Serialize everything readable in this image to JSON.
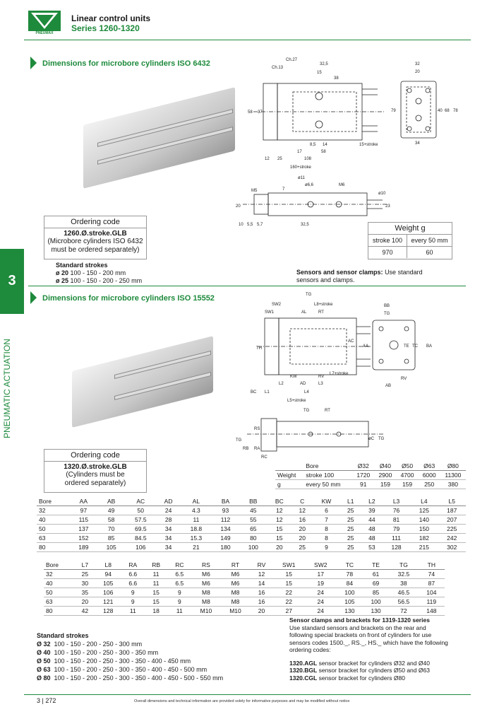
{
  "header": {
    "title_line1": "Linear control units",
    "title_line2": "Series 1260-1320",
    "logo_text": "PNEUMAX"
  },
  "section1": {
    "title": "Dimensions for microbore cylinders ISO 6432",
    "ordering_label": "Ordering code",
    "ordering_code": "1260.Ø.stroke.GLB",
    "ordering_note": "(Microbore cylinders ISO 6432 must be ordered separately)",
    "strokes_title": "Standard strokes",
    "strokes": [
      {
        "bore": "ø 20",
        "values": "100 - 150 - 200 mm"
      },
      {
        "bore": "ø 25",
        "values": "100 - 150 - 200 - 250 mm"
      }
    ],
    "weight": {
      "title": "Weight g",
      "col1": "stroke 100",
      "col2": "every 50 mm",
      "val1": "970",
      "val2": "60"
    },
    "sensors_bold": "Sensors and sensor clamps:",
    "sensors_text": "Use standard sensors and clamps.",
    "dims": {
      "ch27": "Ch.27",
      "ch13": "Ch.13",
      "d325": "32,5",
      "d15": "15",
      "d38": "38",
      "d58": "58",
      "d37": "37",
      "d85": "8,5",
      "d14": "14",
      "d17": "17",
      "d58b": "58",
      "d15s": "15+stroke",
      "d12": "12",
      "d25": "25",
      "d108": "108",
      "d160s": "160+stroke",
      "d32": "32",
      "d20": "20",
      "d79": "79",
      "d40": "40",
      "d68": "68",
      "d78": "78",
      "d34": "34",
      "o11": "ø11",
      "o66": "ø6,6",
      "m6": "M6",
      "d7": "7",
      "m5": "M5",
      "d20b": "20",
      "o10": "ø10",
      "d23": "23",
      "d10": "10",
      "d55": "5,5",
      "d57": "5,7",
      "d325b": "32,5"
    }
  },
  "section2": {
    "title": "Dimensions for microbore cylinders ISO 15552",
    "ordering_label": "Ordering code",
    "ordering_code": "1320.Ø.stroke.GLB",
    "ordering_note": "(Cylinders must be ordered separately)",
    "weight_table": {
      "rows": [
        [
          "",
          "Bore",
          "Ø32",
          "Ø40",
          "Ø50",
          "Ø63",
          "Ø80"
        ],
        [
          "Weight",
          "stroke 100",
          "1720",
          "2900",
          "4700",
          "6000",
          "11300"
        ],
        [
          "g",
          "every 50 mm",
          "91",
          "159",
          "159",
          "250",
          "380"
        ]
      ]
    },
    "dims": {
      "tg": "TG",
      "sw2": "SW2",
      "sw1": "SW1",
      "al": "AL",
      "rt": "RT",
      "l8s": "L8+stroke",
      "th": "TH",
      "ac": "AC",
      "rv": "RV",
      "l7s": "L7+stroke",
      "kw": "KW",
      "l2": "L2",
      "ad": "AD",
      "l3": "L3",
      "bc": "BC",
      "l1": "L1",
      "l4": "L4",
      "l5s": "L5+stroke",
      "bb": "BB",
      "aa": "AA",
      "te": "TE",
      "tc": "TC",
      "ba": "BA",
      "ab": "AB",
      "rs": "RS",
      "rb": "RB",
      "ra": "RA",
      "rc": "RC",
      "oc": "øC"
    }
  },
  "table1": {
    "header": [
      "Bore",
      "AA",
      "AB",
      "AC",
      "AD",
      "AL",
      "BA",
      "BB",
      "BC",
      "C",
      "KW",
      "L1",
      "L2",
      "L3",
      "L4",
      "L5"
    ],
    "rows": [
      [
        "32",
        "97",
        "49",
        "50",
        "24",
        "4.3",
        "93",
        "45",
        "12",
        "12",
        "6",
        "25",
        "39",
        "76",
        "125",
        "187"
      ],
      [
        "40",
        "115",
        "58",
        "57.5",
        "28",
        "11",
        "112",
        "55",
        "12",
        "16",
        "7",
        "25",
        "44",
        "81",
        "140",
        "207"
      ],
      [
        "50",
        "137",
        "70",
        "69.5",
        "34",
        "18.8",
        "134",
        "65",
        "15",
        "20",
        "8",
        "25",
        "48",
        "79",
        "150",
        "225"
      ],
      [
        "63",
        "152",
        "85",
        "84.5",
        "34",
        "15.3",
        "149",
        "80",
        "15",
        "20",
        "8",
        "25",
        "48",
        "111",
        "182",
        "242"
      ],
      [
        "80",
        "189",
        "105",
        "106",
        "34",
        "21",
        "180",
        "100",
        "20",
        "25",
        "9",
        "25",
        "53",
        "128",
        "215",
        "302"
      ]
    ]
  },
  "table2": {
    "header": [
      "Bore",
      "L7",
      "L8",
      "RA",
      "RB",
      "RC",
      "RS",
      "RT",
      "RV",
      "SW1",
      "SW2",
      "TC",
      "TE",
      "TG",
      "TH"
    ],
    "rows": [
      [
        "32",
        "25",
        "94",
        "6.6",
        "11",
        "6.5",
        "M6",
        "M6",
        "12",
        "15",
        "17",
        "78",
        "61",
        "32.5",
        "74"
      ],
      [
        "40",
        "30",
        "105",
        "6.6",
        "11",
        "6.5",
        "M6",
        "M6",
        "14",
        "15",
        "19",
        "84",
        "69",
        "38",
        "87"
      ],
      [
        "50",
        "35",
        "106",
        "9",
        "15",
        "9",
        "M8",
        "M8",
        "16",
        "22",
        "24",
        "100",
        "85",
        "46.5",
        "104"
      ],
      [
        "63",
        "20",
        "121",
        "9",
        "15",
        "9",
        "M8",
        "M8",
        "16",
        "22",
        "24",
        "105",
        "100",
        "56.5",
        "119"
      ],
      [
        "80",
        "42",
        "128",
        "11",
        "18",
        "11",
        "M10",
        "M10",
        "20",
        "27",
        "24",
        "130",
        "130",
        "72",
        "148"
      ]
    ]
  },
  "strokes2": {
    "title": "Standard strokes",
    "rows": [
      {
        "bore": "Ø 32",
        "values": "100 - 150 - 200 - 250 - 300 mm"
      },
      {
        "bore": "Ø 40",
        "values": "100 - 150 - 200 - 250 - 300 - 350 mm"
      },
      {
        "bore": "Ø 50",
        "values": "100 - 150 - 200 - 250 - 300 - 350 - 400 - 450 mm"
      },
      {
        "bore": "Ø 63",
        "values": "100 - 150 - 200 - 250 - 300 - 350 - 400 - 450 - 500 mm"
      },
      {
        "bore": "Ø 80",
        "values": "100 - 150 - 200 - 250 - 300 - 350 - 400 - 450 - 500 - 550 mm"
      }
    ]
  },
  "sensors2": {
    "title": "Sensor clamps and brackets for 1319-1320 series",
    "text": "Use standard sensors and brackets on the rear and following special brackets on front of cylinders for use sensors codes 1500._, RS._, HS._ which have the following ordering codes:",
    "items": [
      {
        "code": "1320.AGL",
        "text": "sensor bracket for cylinders Ø32 and Ø40"
      },
      {
        "code": "1320.BGL",
        "text": "sensor bracket for cylinders Ø50 and Ø63"
      },
      {
        "code": "1320.CGL",
        "text": "sensor bracket for cylinders Ø80"
      }
    ]
  },
  "sidebar": {
    "chapter": "3",
    "label": "PNEUMATIC ACTUATION"
  },
  "footer": {
    "chapter": "3",
    "page": "272",
    "disclaimer": "Overall dimensions and technical information are provided solely for informative purposes and may be modified without notice"
  }
}
